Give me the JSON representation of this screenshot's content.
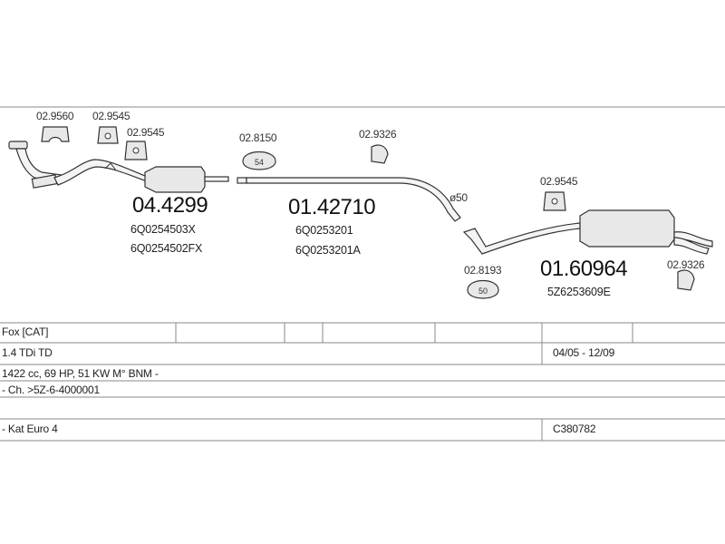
{
  "part_numbers": {
    "hanger_a": "02.9560",
    "hanger_b": "02.9545",
    "hanger_c": "02.9545",
    "front_pipe": "04.4299",
    "front_oem_1": "6Q0254503X",
    "front_oem_2": "6Q0254502FX",
    "ring_1": "02.8150",
    "ring_1_size": "54",
    "hanger_d": "02.9326",
    "middle_pipe": "01.42710",
    "middle_oem_1": "6Q0253201",
    "middle_oem_2": "6Q0253201A",
    "pipe_diameter": "ø50",
    "hanger_e": "02.9545",
    "ring_2": "02.8193",
    "ring_2_size": "50",
    "rear_silencer": "01.60964",
    "rear_oem": "5Z6253609E",
    "hanger_f": "02.9326"
  },
  "vehicle": {
    "model": "Fox  [CAT]",
    "engine": "1.4 TDi TD",
    "period": "04/05 - 12/09",
    "specs": "1422 cc, 69 HP, 51 KW M° BNM -",
    "chassis": "- Ch. >5Z-6-4000001",
    "emission": "- Kat Euro 4",
    "code": "C380782"
  }
}
